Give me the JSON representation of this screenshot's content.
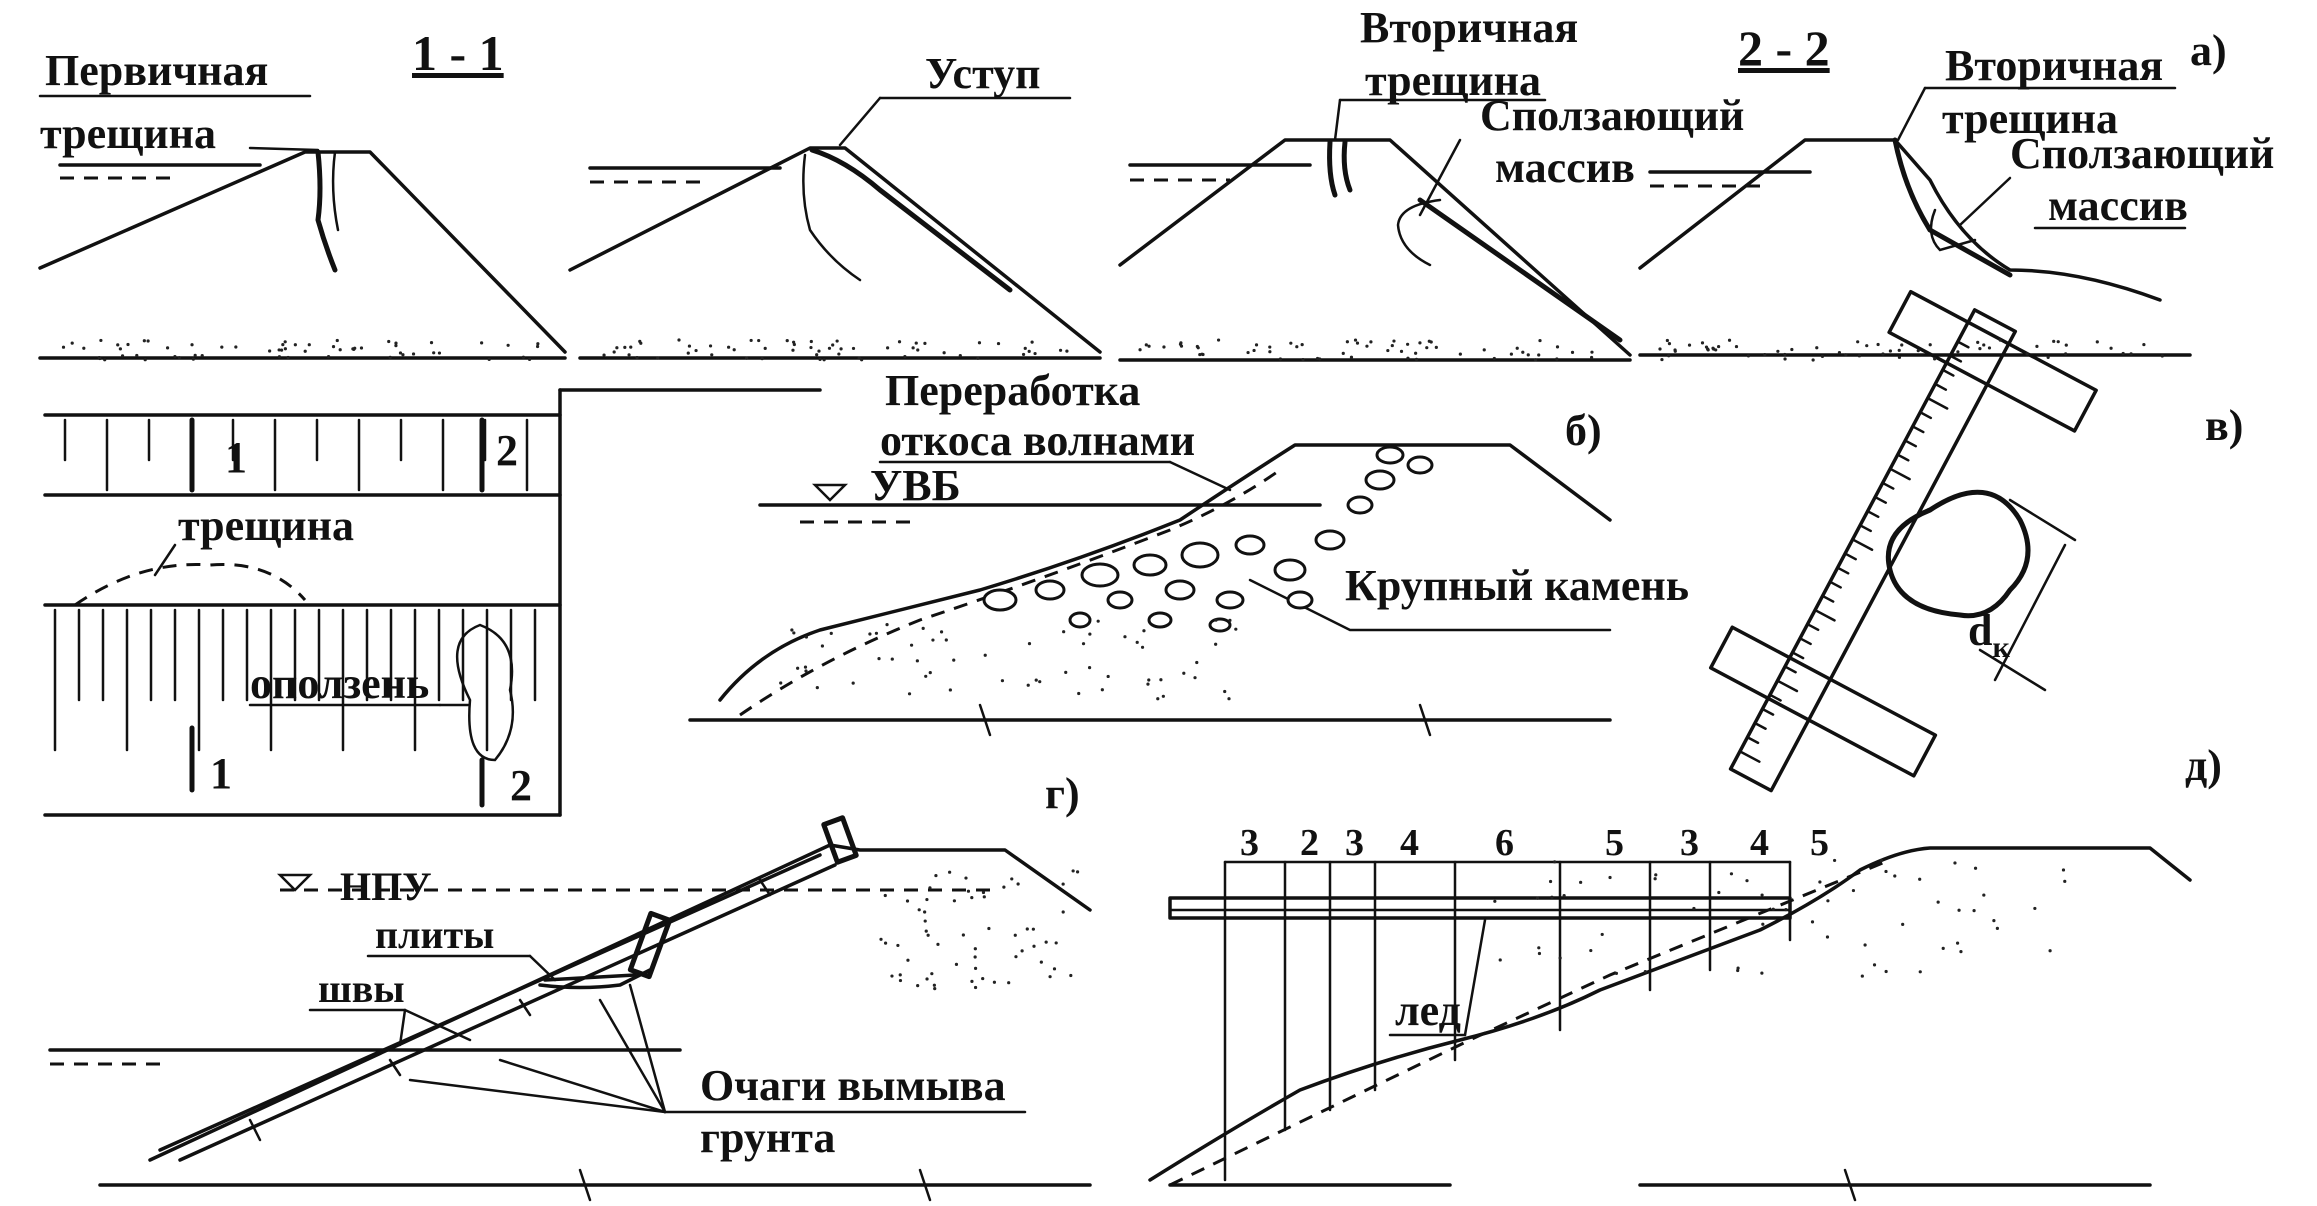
{
  "panel_a": {
    "section_1": "1 - 1",
    "section_2": "2 - 2",
    "letter": "а)",
    "primary_crack": [
      "Первичная",
      "трещина"
    ],
    "step": "Уступ",
    "secondary_crack_1": [
      "Вторичная",
      "трещина"
    ],
    "sliding_mass_1": [
      "Сползающий",
      "массив"
    ],
    "secondary_crack_2": [
      "Вторичная",
      "трещина"
    ],
    "sliding_mass_2": [
      "Сползающий",
      "массив"
    ]
  },
  "plan_view": {
    "crack": "трещина",
    "landslide": "оползень",
    "mark_1_top": "1",
    "mark_2_top": "2",
    "mark_1_bottom": "1",
    "mark_2_bottom": "2"
  },
  "panel_b": {
    "letter": "б)",
    "wave_reworking": [
      "Переработка",
      "откоса волнами"
    ],
    "water_level": "УВБ",
    "large_stone": "Крупный камень"
  },
  "panel_v": {
    "letter": "в)",
    "stone_size": "d",
    "stone_size_sub": "к"
  },
  "panel_g": {
    "letter": "г)",
    "water_level": "НПУ",
    "slabs": "плиты",
    "joints": "швы",
    "washout": [
      "Очаги вымыва",
      "грунта"
    ]
  },
  "panel_d": {
    "letter": "д)",
    "ice": "лед",
    "numbers": [
      "3",
      "2",
      "3",
      "4",
      "6",
      "5",
      "3",
      "4",
      "5"
    ]
  },
  "colors": {
    "ink": "#111111",
    "paper": "#ffffff"
  }
}
